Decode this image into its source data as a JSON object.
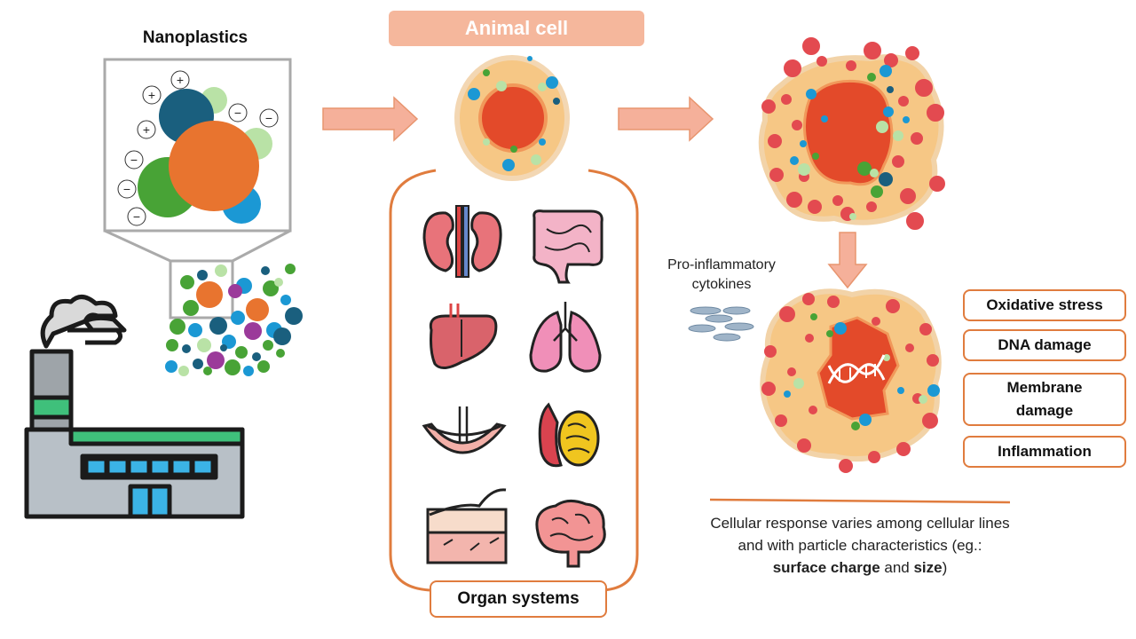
{
  "nanoplastics": {
    "title": "Nanoplastics"
  },
  "animal_cell": {
    "title": "Animal cell"
  },
  "organ_systems": {
    "label": "Organ systems"
  },
  "cytokines": {
    "line1": "Pro-inflammatory",
    "line2": "cytokines"
  },
  "effects": {
    "oxidative_stress": "Oxidative stress",
    "dna_damage": "DNA damage",
    "membrane_line1": "Membrane",
    "membrane_line2": "damage",
    "inflammation": "Inflammation"
  },
  "caption": {
    "part1": "Cellular response varies among cellular lines and with particle characteristics (eg.: ",
    "bold1": "surface charge",
    "part2": " and ",
    "bold2": "size",
    "part3": ")"
  },
  "charges": {
    "plus": "+",
    "minus": "−"
  },
  "colors": {
    "orange": "#e8742f",
    "navy": "#1a5f7e",
    "green": "#48a336",
    "light_green": "#b9e2a6",
    "blue": "#1b98d4",
    "purple": "#9b3a9a",
    "cell_fill": "#f6c785",
    "nucleus": "#e34a2a",
    "arrow": "#f5b09a",
    "box_border": "#e07c3e"
  }
}
